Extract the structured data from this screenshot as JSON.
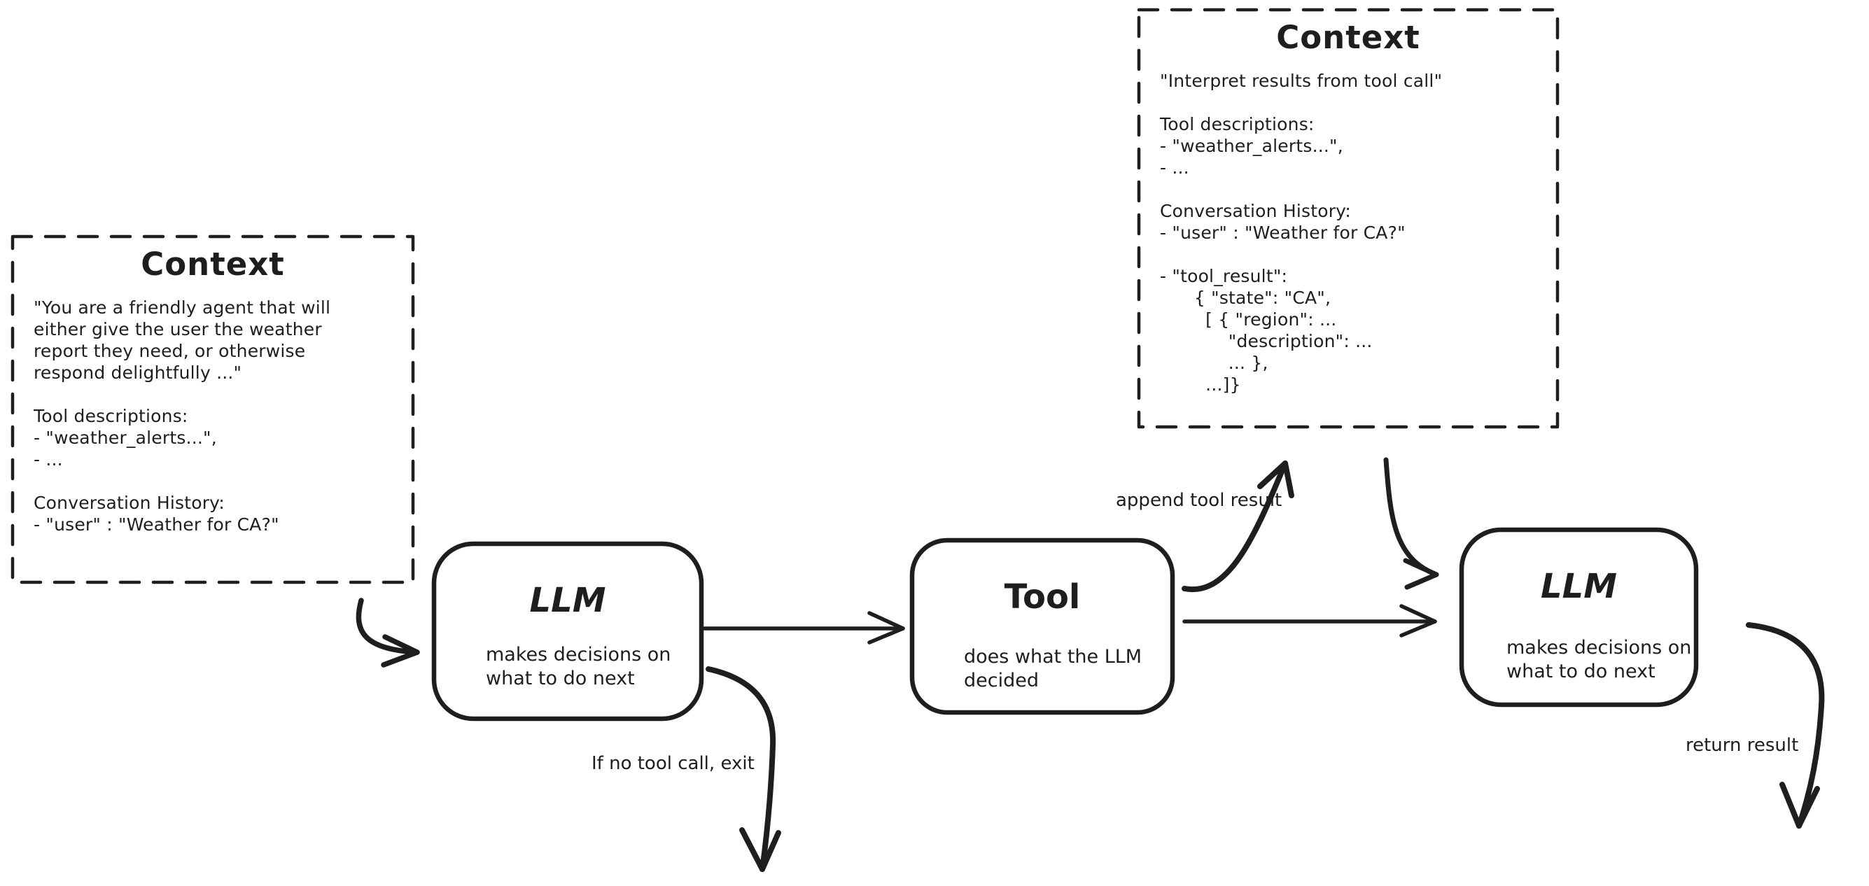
{
  "canvas": {
    "ink": "#1e1e1e",
    "background": "#ffffff"
  },
  "context_left": {
    "title": "Context",
    "body": [
      "\"You are a friendly agent that will",
      "either give the user the weather",
      "report they need, or otherwise",
      "respond delightfully ...\"",
      "",
      "Tool descriptions:",
      "- \"weather_alerts...\",",
      "- ...",
      "",
      "Conversation History:",
      "- \"user\" : \"Weather for CA?\""
    ]
  },
  "context_top_right": {
    "title": "Context",
    "body": [
      "\"Interpret results from tool call\"",
      "",
      "Tool descriptions:",
      "- \"weather_alerts...\",",
      "- ...",
      "",
      "Conversation History:",
      "- \"user\" : \"Weather for CA?\"",
      "",
      "- \"tool_result\":",
      "      { \"state\": \"CA\",",
      "        [ { \"region\": ...",
      "            \"description\": ...",
      "            ... },",
      "        ...]}"
    ]
  },
  "llm_first": {
    "title": "LLM",
    "subtitle": [
      "makes decisions on",
      "what to do next"
    ]
  },
  "tool_node": {
    "title": "Tool",
    "subtitle": [
      "does what the LLM",
      "decided"
    ]
  },
  "llm_second": {
    "title": "LLM",
    "subtitle": [
      "makes decisions on",
      "what to do next"
    ]
  },
  "labels": {
    "append_tool_result": "append tool result",
    "if_no_tool_call_exit": "If no tool call, exit",
    "return_result": "return result"
  }
}
